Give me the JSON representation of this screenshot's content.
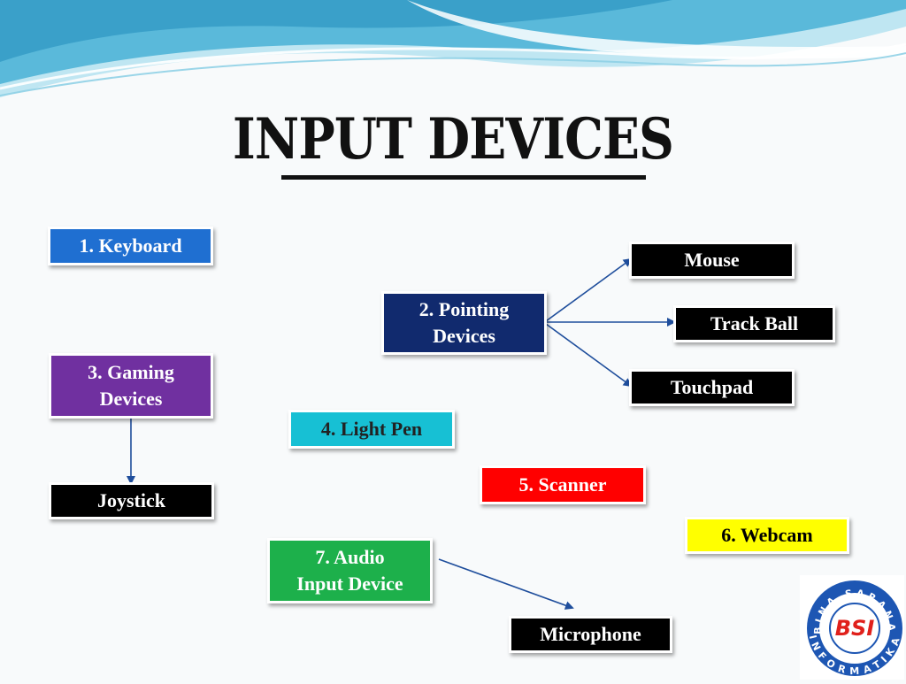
{
  "slide": {
    "title": "INPUT DEVICES"
  },
  "nodes": {
    "keyboard": {
      "label": "1. Keyboard",
      "bg": "#1f6fd1",
      "fg": "#ffffff"
    },
    "pointing": {
      "label": "2. Pointing\nDevices",
      "bg": "#112a6e",
      "fg": "#ffffff"
    },
    "mouse": {
      "label": "Mouse",
      "bg": "#000000",
      "fg": "#ffffff"
    },
    "trackball": {
      "label": "Track Ball",
      "bg": "#000000",
      "fg": "#ffffff"
    },
    "touchpad": {
      "label": "Touchpad",
      "bg": "#000000",
      "fg": "#ffffff"
    },
    "gaming": {
      "label": "3. Gaming\nDevices",
      "bg": "#7030a0",
      "fg": "#ffffff"
    },
    "joystick": {
      "label": "Joystick",
      "bg": "#000000",
      "fg": "#ffffff"
    },
    "lightpen": {
      "label": "4. Light Pen",
      "bg": "#17c0d4",
      "fg": "#222222"
    },
    "scanner": {
      "label": "5. Scanner",
      "bg": "#ff0000",
      "fg": "#ffffff"
    },
    "webcam": {
      "label": "6. Webcam",
      "bg": "#ffff00",
      "fg": "#000000"
    },
    "audio": {
      "label": "7. Audio\nInput Device",
      "bg": "#1db04b",
      "fg": "#ffffff"
    },
    "microphone": {
      "label": "Microphone",
      "bg": "#000000",
      "fg": "#ffffff"
    }
  },
  "logo": {
    "top_text": "BINA SARANA",
    "bottom_text": "INFORMATIKA",
    "mark_text": "BSI",
    "ring_color": "#1d56b3",
    "mark_color": "#e0201b"
  },
  "colors": {
    "connector": "#1f4e9c",
    "wave_dark": "#3aa8cf",
    "wave_light": "#a9dced"
  }
}
